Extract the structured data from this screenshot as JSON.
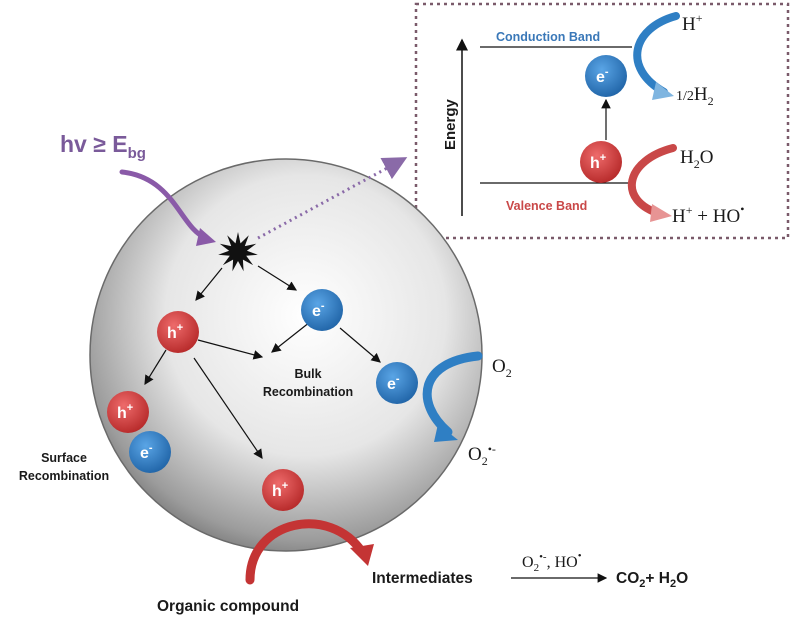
{
  "photon": {
    "main": "hv ≥ E",
    "sub": "bg"
  },
  "inset": {
    "axis_label": "Energy",
    "conduction_band": "Conduction Band",
    "valence_band": "Valence Band"
  },
  "particles": {
    "hole": "h",
    "hole_sup": "+",
    "electron": "e",
    "electron_sup": "-"
  },
  "labels": {
    "bulk_recombination": [
      "Bulk",
      "Recombination"
    ],
    "surface_recombination": [
      "Surface",
      "Recombination"
    ],
    "organic_compound": "Organic compound",
    "intermediates": "Intermediates",
    "products": "CO",
    "products_sub": "2",
    "products_tail": "+ H",
    "products_sub2": "2",
    "products_end": "O"
  },
  "reactions": {
    "h_plus": "H",
    "h_plus_sup": "+",
    "half": "1/2",
    "h2": "H",
    "h2_sub": "2",
    "h2o": "H",
    "h2o_sub": "2",
    "h2o_end": "O",
    "hplus_ho": "H",
    "hplus_ho_sup": "+",
    "hplus_ho_mid": " + HO",
    "hplus_ho_dot": "•",
    "o2": "O",
    "o2_sub": "2",
    "o2rad": "O",
    "o2rad_sub": "2",
    "o2rad_sup": "•-",
    "radicals_a": "O",
    "radicals_a_sub": "2",
    "radicals_a_sup": "•-",
    "radicals_b": ", HO",
    "radicals_b_sup": "•"
  },
  "colors": {
    "hole": "#d23b3b",
    "electron": "#2f7fc4",
    "photon_arrow": "#8a5aa8",
    "band_label": "#3a78b8",
    "valence_label": "#c94848"
  }
}
